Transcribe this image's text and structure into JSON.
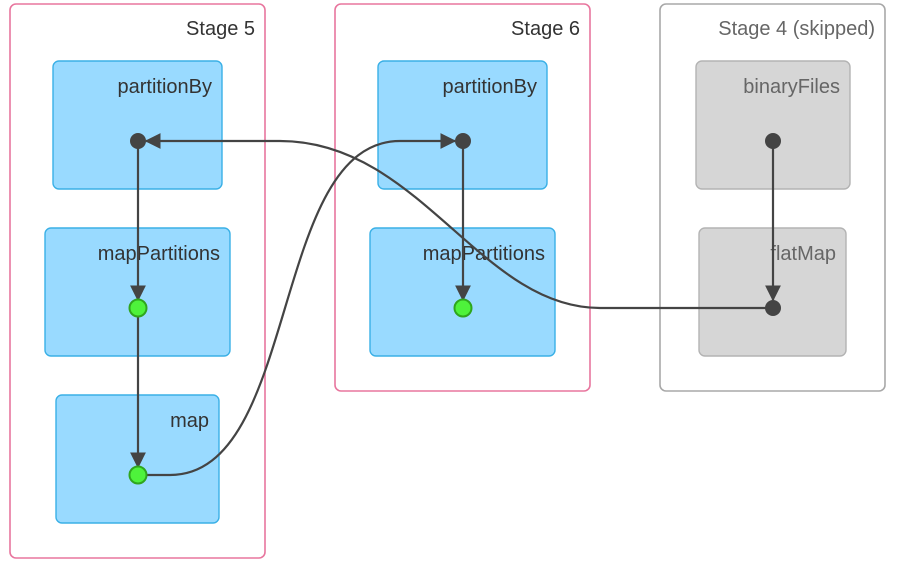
{
  "stages": [
    {
      "id": "stage5",
      "label": "Stage 5",
      "skipped": false,
      "operations": [
        {
          "id": "s5-partitionBy",
          "label": "partitionBy",
          "cached": false
        },
        {
          "id": "s5-mapPartitions",
          "label": "mapPartitions",
          "cached": true
        },
        {
          "id": "s5-map",
          "label": "map",
          "cached": true
        }
      ]
    },
    {
      "id": "stage6",
      "label": "Stage 6",
      "skipped": false,
      "operations": [
        {
          "id": "s6-partitionBy",
          "label": "partitionBy",
          "cached": false
        },
        {
          "id": "s6-mapPartitions",
          "label": "mapPartitions",
          "cached": true
        }
      ]
    },
    {
      "id": "stage4",
      "label": "Stage 4 (skipped)",
      "skipped": true,
      "operations": [
        {
          "id": "s4-binaryFiles",
          "label": "binaryFiles",
          "cached": false
        },
        {
          "id": "s4-flatMap",
          "label": "flatMap",
          "cached": false
        }
      ]
    }
  ],
  "edges": [
    {
      "from": "s5-partitionBy",
      "to": "s5-mapPartitions"
    },
    {
      "from": "s5-mapPartitions",
      "to": "s5-map"
    },
    {
      "from": "s5-map",
      "to": "s6-partitionBy"
    },
    {
      "from": "s6-partitionBy",
      "to": "s6-mapPartitions"
    },
    {
      "from": "s4-binaryFiles",
      "to": "s4-flatMap"
    },
    {
      "from": "s4-flatMap",
      "to": "s5-partitionBy"
    }
  ],
  "colors": {
    "stage_border": "#e8769e",
    "stage_border_skipped": "#a8a8a8",
    "op_fill": "#99daff",
    "op_border": "#3ab0e6",
    "op_fill_skipped": "#d6d6d6",
    "op_border_skipped": "#b3b3b3",
    "node": "#444444",
    "cached_node": "#4ef23b",
    "cached_node_stroke": "#2fa61d",
    "edge": "#444444"
  }
}
